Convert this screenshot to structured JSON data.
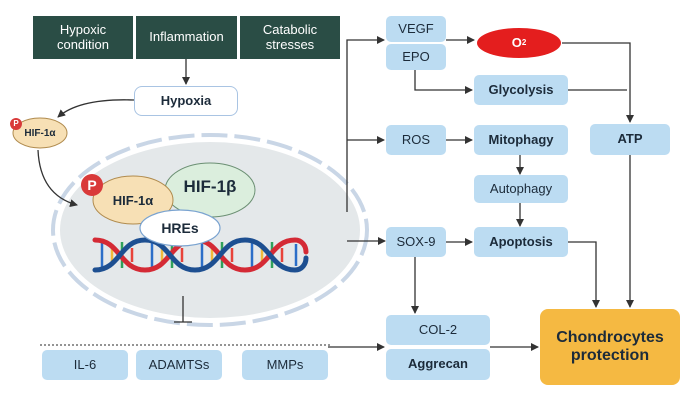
{
  "stimuli": {
    "hypoxic": "Hypoxic\ncondition",
    "inflammation": "Inflammation",
    "catabolic": "Catabolic\nstresses"
  },
  "hypoxia": "Hypoxia",
  "hif": {
    "phospho": "P",
    "small_label": "HIF-1α",
    "alpha": "HIF-1α",
    "beta": "HIF-1β",
    "hres": "HREs"
  },
  "nodes": {
    "vegf": "VEGF",
    "epo": "EPO",
    "o2": "O",
    "o2_sub": "2",
    "glycolysis": "Glycolysis",
    "atp": "ATP",
    "ros": "ROS",
    "mitophagy": "Mitophagy",
    "autophagy": "Autophagy",
    "sox9": "SOX-9",
    "apoptosis": "Apoptosis",
    "col2": "COL-2",
    "aggrecan": "Aggrecan",
    "il6": "IL-6",
    "adamts": "ADAMTSs",
    "mmps": "MMPs",
    "chondrocytes": "Chondrocytes\nprotection"
  },
  "colors": {
    "dark_box": "#2a4d45",
    "light_box": "#bcdcf2",
    "o2_fill": "#e41e1e",
    "output_fill": "#f5b942",
    "nucleus": "#e4e8ea",
    "hif_alpha": "#f7e0b5",
    "hif_beta": "#dbeedd",
    "phospho": "#d93a3a",
    "arrow": "#333333"
  }
}
